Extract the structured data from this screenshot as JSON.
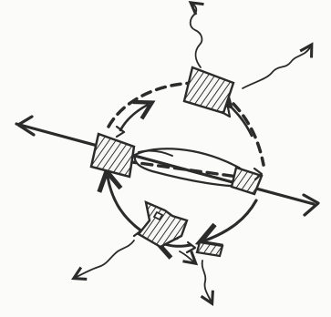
{
  "diagram": {
    "ink_color": "#2b2b2b",
    "paper_color": "#fbfbfa",
    "hatch_color": "#333333",
    "nodes": [
      {
        "id": "top-block",
        "shape": "hatched-rectangle"
      },
      {
        "id": "left-block",
        "shape": "hatched-rectangle"
      },
      {
        "id": "right-block",
        "shape": "hatched-rectangle"
      },
      {
        "id": "lower-left-block",
        "shape": "hatched-polygon"
      },
      {
        "id": "bottom-block",
        "shape": "hatched-rectangle"
      }
    ],
    "connections": {
      "ring": "dashed-and-solid-circular-loop",
      "axis": "double-headed-horizontal-arrow",
      "inner": "dashed-chord-with-lens"
    },
    "squiggle_arrows": 5
  }
}
